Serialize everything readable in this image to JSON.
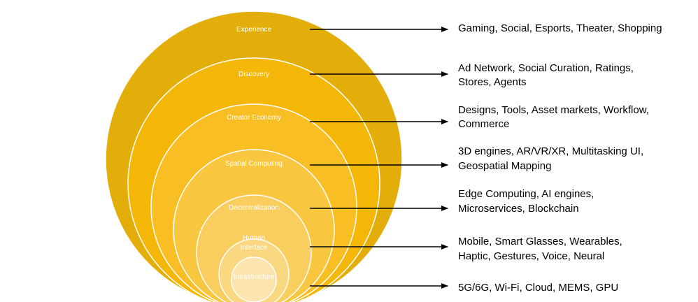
{
  "colors": {
    "layer_fills": [
      "#E3AE0A",
      "#F4B707",
      "#F8BE23",
      "#F8C63F",
      "#F9CE5F",
      "#FAD882",
      "#FCE4AE"
    ],
    "stroke": "#ffffff",
    "arrow": "#000000",
    "label_text": "#ffffff",
    "desc_text": "#000000"
  },
  "layers": [
    {
      "label": [
        "Experience"
      ],
      "description": [
        "Gaming, Social, Esports, Theater, Shopping"
      ]
    },
    {
      "label": [
        "Discovery"
      ],
      "description": [
        "Ad Network, Social Curation, Ratings,",
        "Stores, Agents"
      ]
    },
    {
      "label": [
        "Creator Economy"
      ],
      "description": [
        "Designs, Tools, Asset markets, Workflow,",
        "Commerce"
      ]
    },
    {
      "label": [
        "Spatial Computing"
      ],
      "description": [
        "3D engines, AR/VR/XR, Multitasking UI,",
        "Geospatial Mapping"
      ]
    },
    {
      "label": [
        "Decentralization"
      ],
      "description": [
        "Edge Computing, AI engines,",
        "Microservices, Blockchain"
      ]
    },
    {
      "label": [
        "Human",
        "Interface"
      ],
      "description": [
        "Mobile, Smart Glasses, Wearables,",
        "Haptic, Gestures, Voice, Neural"
      ]
    },
    {
      "label": [
        "Infrastructure"
      ],
      "description": [
        "5G/6G, Wi-Fi, Cloud, MEMS, GPU"
      ]
    }
  ]
}
